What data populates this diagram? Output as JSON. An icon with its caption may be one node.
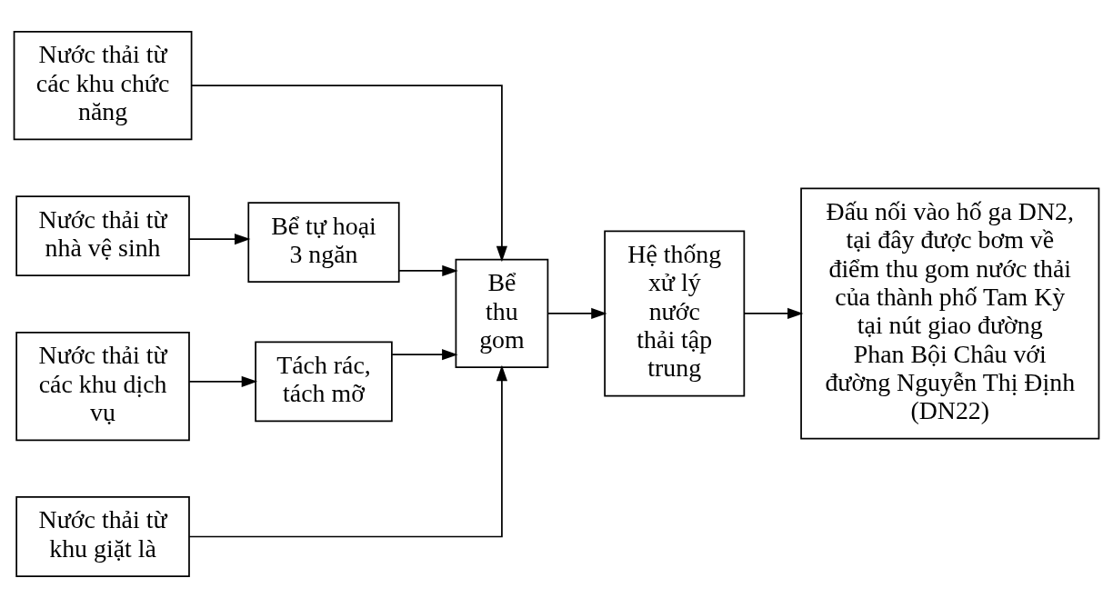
{
  "diagram": {
    "nodes": [
      {
        "text": [
          "Nước thải từ các khu chức năng"
        ]
      },
      {
        "text": [
          "Nước thải từ nhà vệ sinh"
        ]
      },
      {
        "text": [
          "Bể tự hoại 3 ngăn"
        ]
      },
      {
        "text": [
          "Nước thải từ các khu dịch vụ"
        ]
      },
      {
        "text": [
          "Tách rác, tách mỡ"
        ]
      },
      {
        "text": [
          "Nước thải từ khu giặt là"
        ]
      },
      {
        "text": [
          "Bể thu gom"
        ]
      },
      {
        "text": [
          "Hệ thống xử lý nước thải tập trung"
        ]
      },
      {
        "text": [
          "Đấu nối vào hố ga DN2, tại đây được bơm về điểm thu gom nước thải của thành phố Tam Kỳ tại nút giao đường Phan Bội Châu với đường Nguyễn Thị Định (DN22)"
        ]
      }
    ],
    "edges": [
      {
        "from": 0,
        "to": 6,
        "arrow": "to"
      },
      {
        "from": 1,
        "to": 2,
        "arrow": "to"
      },
      {
        "from": 2,
        "to": 6,
        "arrow": "to"
      },
      {
        "from": 3,
        "to": 4,
        "arrow": "to"
      },
      {
        "from": 4,
        "to": 6,
        "arrow": "to"
      },
      {
        "from": 5,
        "to": 6,
        "arrow": "to"
      },
      {
        "from": 6,
        "to": 7,
        "arrow": "to"
      },
      {
        "from": 7,
        "to": 8,
        "arrow": "to"
      }
    ]
  }
}
